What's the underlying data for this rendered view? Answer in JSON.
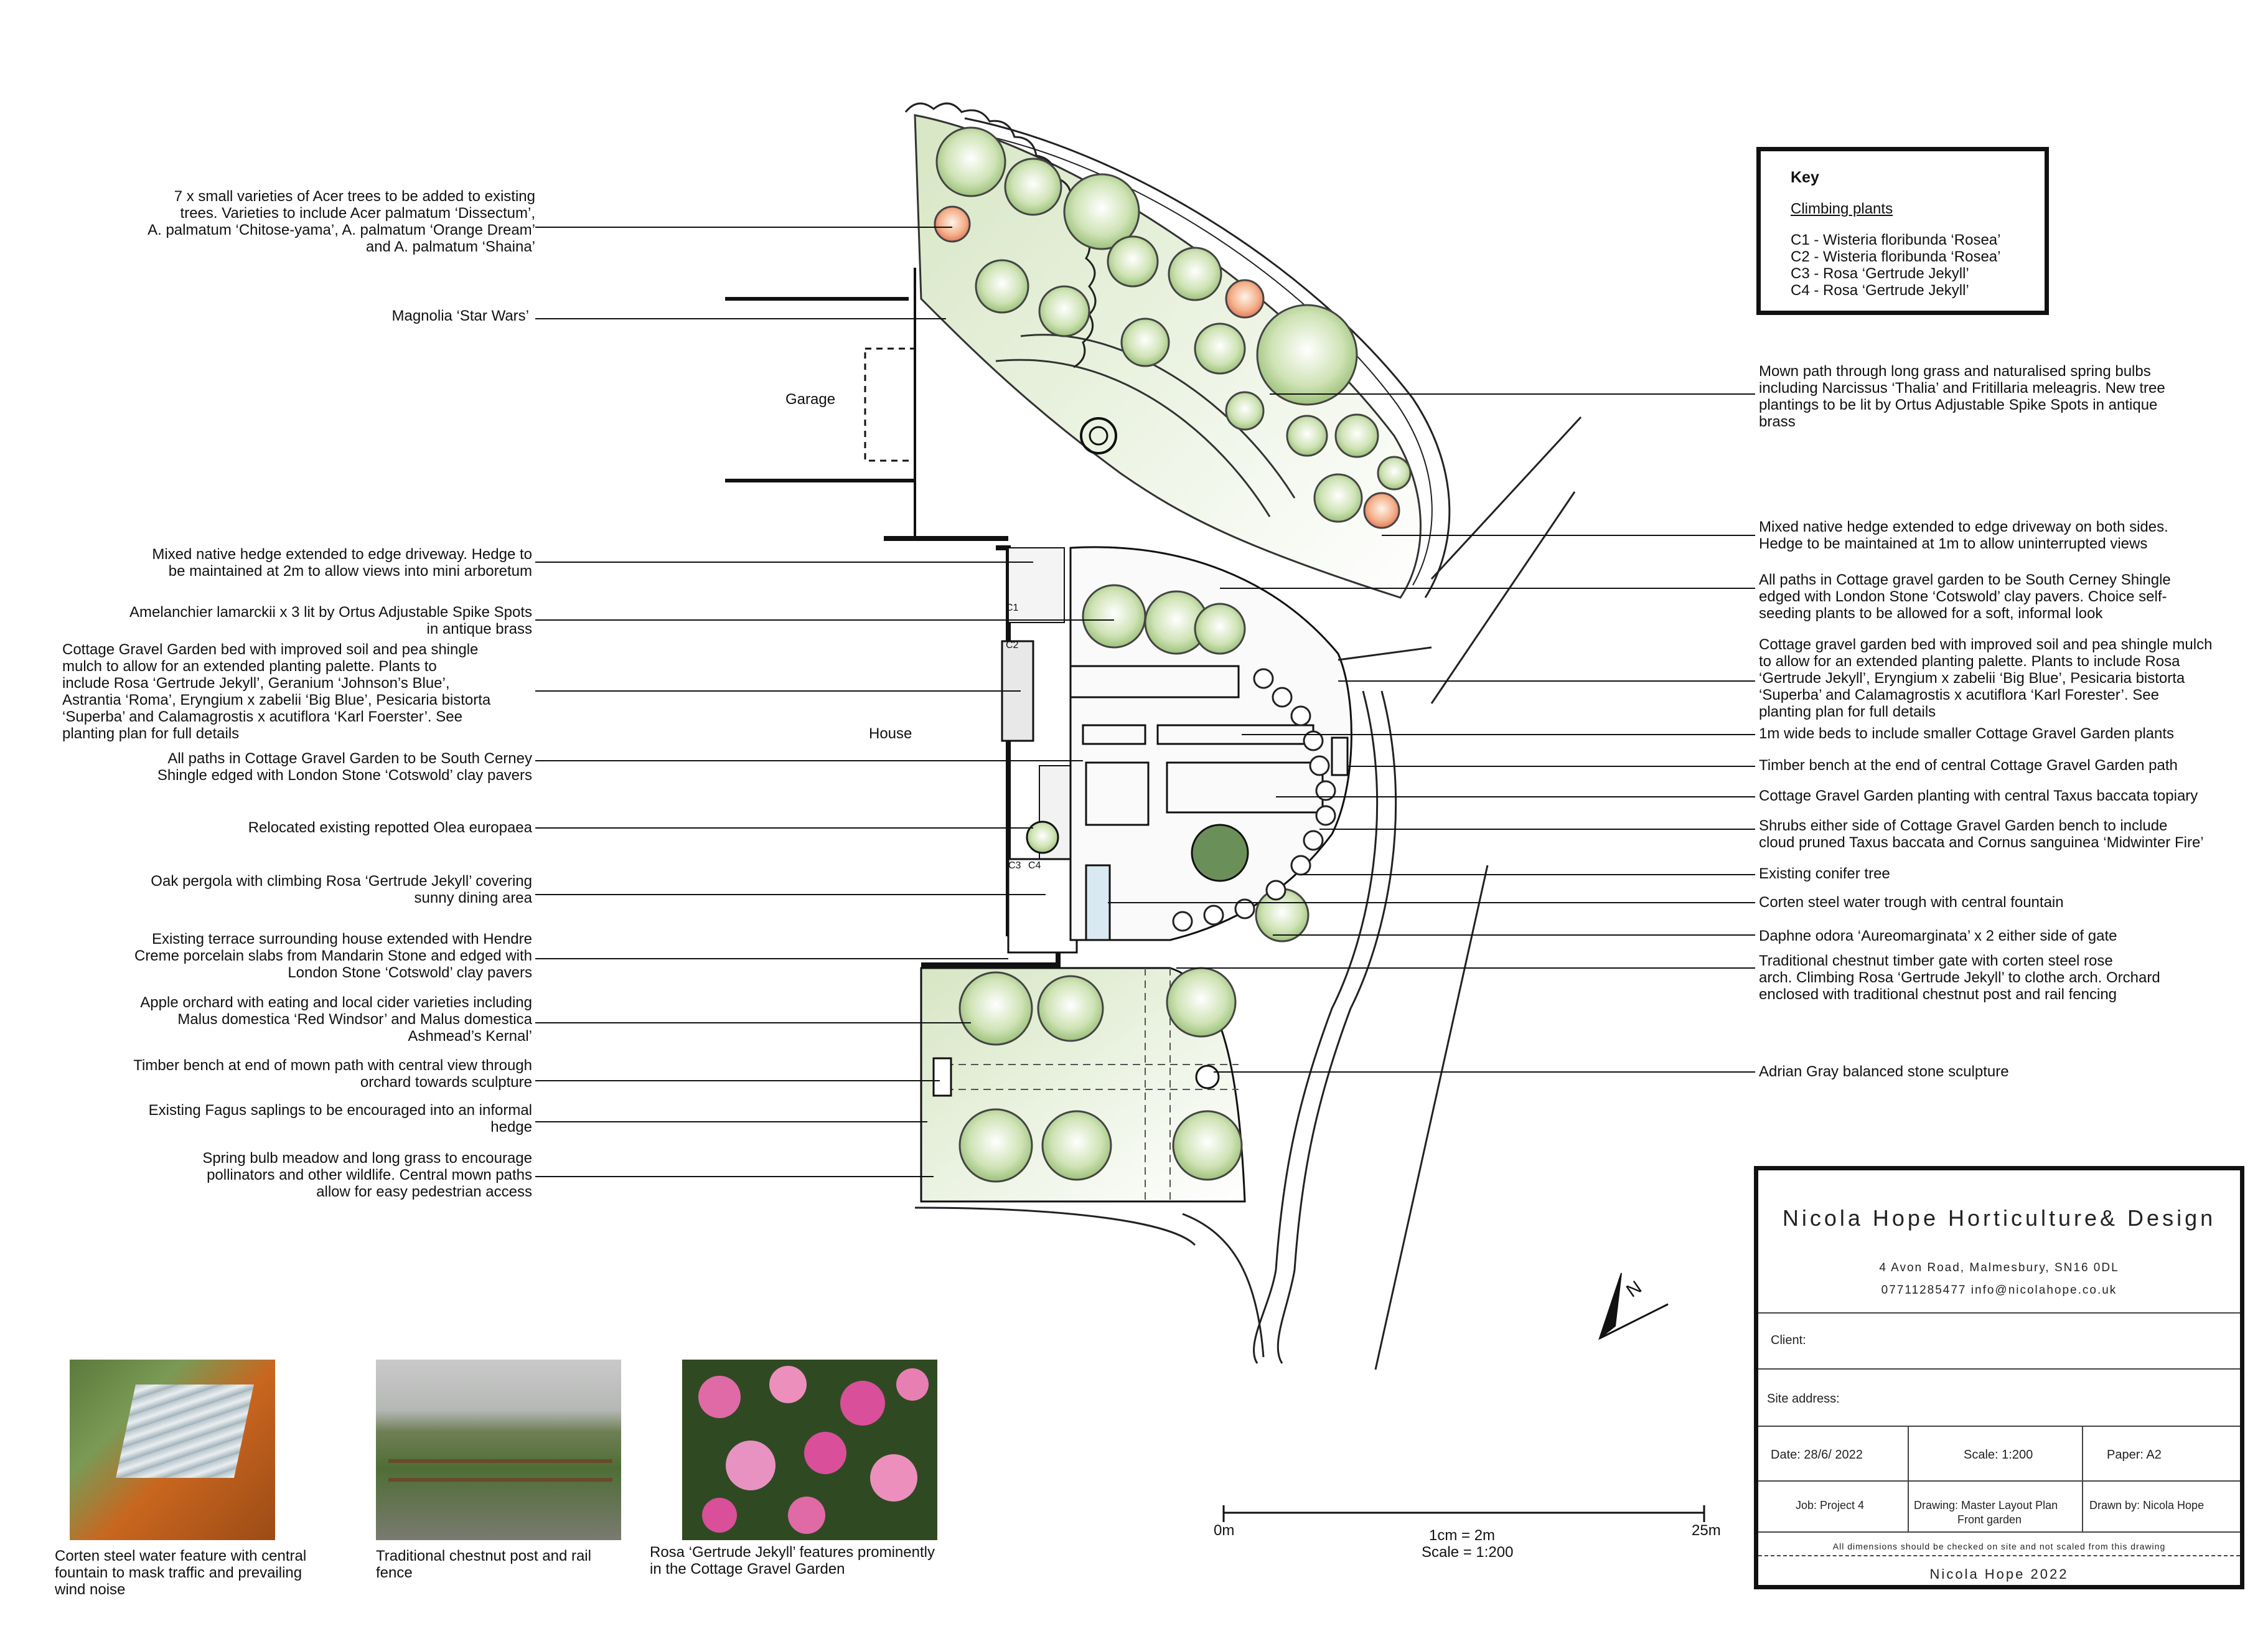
{
  "notes_left": [
    {
      "lines": [
        "7 x small varieties of Acer trees to be added to existing",
        "trees. Varieties to include Acer palmatum ‘Dissectum’,",
        "A. palmatum ‘Chitose-yama’, A. palmatum ‘Orange Dream’",
        "and A. palmatum ‘Shaina’"
      ]
    },
    {
      "lines": [
        "Magnolia ‘Star Wars’"
      ]
    },
    {
      "lines": [
        "Mixed native hedge extended to edge driveway. Hedge to",
        "be maintained at 2m to allow views into mini arboretum"
      ]
    },
    {
      "lines": [
        "Amelanchier lamarckii x 3 lit by Ortus Adjustable Spike Spots",
        "in antique brass"
      ]
    },
    {
      "lines": [
        "Cottage Gravel Garden bed with improved soil and pea shingle",
        "mulch to allow for an extended planting palette. Plants to",
        "include Rosa ‘Gertrude Jekyll’, Geranium ‘Johnson’s Blue’,",
        "Astrantia ‘Roma’, Eryngium x zabelii ‘Big Blue’, Pesicaria bistorta",
        " ‘Superba’ and Calamagrostis x acutiflora ‘Karl Foerster’. See",
        "planting plan for full details"
      ]
    },
    {
      "lines": [
        "All paths in Cottage Gravel Garden to be South Cerney",
        "Shingle edged with London Stone ‘Cotswold’ clay pavers"
      ]
    },
    {
      "lines": [
        "Relocated existing repotted Olea europaea"
      ]
    },
    {
      "lines": [
        "Oak pergola with climbing Rosa ‘Gertrude Jekyll’ covering",
        "sunny dining area"
      ]
    },
    {
      "lines": [
        "Existing terrace surrounding house extended with Hendre",
        "Creme porcelain slabs from Mandarin Stone and edged with",
        "London Stone ‘Cotswold’ clay pavers"
      ]
    },
    {
      "lines": [
        "Apple orchard with eating and local cider varieties including",
        "Malus domestica ‘Red Windsor’ and Malus domestica",
        "Ashmead’s Kernal’"
      ]
    },
    {
      "lines": [
        "Timber bench at end of mown path with central view through",
        "orchard towards sculpture"
      ]
    },
    {
      "lines": [
        "Existing Fagus saplings to be encouraged into an informal",
        "hedge"
      ]
    },
    {
      "lines": [
        "Spring bulb meadow and long grass to encourage",
        "pollinators and other wildlife. Central mown paths",
        "allow for easy pedestrian access"
      ]
    }
  ],
  "notes_right": [
    {
      "lines": [
        "Mown path through long grass and naturalised spring bulbs",
        "including Narcissus ‘Thalia’ and Fritillaria meleagris. New tree",
        "plantings to be lit by Ortus Adjustable Spike Spots in antique",
        "brass"
      ]
    },
    {
      "lines": [
        "Mixed native hedge extended to edge driveway on both sides.",
        "Hedge to be maintained at 1m to allow uninterrupted views"
      ]
    },
    {
      "lines": [
        "All paths in Cottage gravel garden to be South Cerney Shingle",
        "edged with London Stone ‘Cotswold’ clay pavers. Choice self-",
        "seeding plants to be allowed for a soft, informal look"
      ]
    },
    {
      "lines": [
        "Cottage gravel garden bed with improved soil and pea shingle mulch",
        "to allow for an extended planting palette. Plants to include Rosa",
        "‘Gertrude Jekyll’, Eryngium x zabelii ‘Big Blue’, Pesicaria bistorta",
        "‘Superba’ and Calamagrostis x acutiflora ‘Karl Forester’. See",
        "planting plan for full details"
      ]
    },
    {
      "lines": [
        "1m wide beds to include smaller Cottage Gravel Garden plants"
      ]
    },
    {
      "lines": [
        "Timber bench at the end of central Cottage Gravel Garden path"
      ]
    },
    {
      "lines": [
        "Cottage Gravel Garden planting with central Taxus baccata topiary"
      ]
    },
    {
      "lines": [
        "Shrubs either side of Cottage Gravel Garden bench to include",
        "cloud pruned Taxus baccata and Cornus sanguinea ‘Midwinter Fire’"
      ]
    },
    {
      "lines": [
        "Existing conifer tree"
      ]
    },
    {
      "lines": [
        "Corten steel water trough with central fountain"
      ]
    },
    {
      "lines": [
        "Daphne odora ‘Aureomarginata’ x 2 either side of gate"
      ]
    },
    {
      "lines": [
        "Traditional chestnut timber gate with corten steel rose",
        "arch. Climbing Rosa ‘Gertrude Jekyll’ to clothe arch. Orchard",
        "enclosed with traditional chestnut post and rail fencing"
      ]
    },
    {
      "lines": [
        "Adrian Gray balanced stone sculpture"
      ]
    }
  ],
  "plan_labels": {
    "garage": "Garage",
    "house": "House",
    "c1": "C1",
    "c2": "C2",
    "c3": "C3",
    "c4": "C4"
  },
  "key": {
    "title": "Key",
    "subtitle": "Climbing plants",
    "items": [
      "C1 - Wisteria floribunda ‘Rosea’",
      "C2 - Wisteria floribunda ‘Rosea’",
      "C3 - Rosa ‘Gertrude Jekyll’",
      "C4 - Rosa ‘Gertrude Jekyll’"
    ]
  },
  "title_block": {
    "firm": "Nicola Hope Horticulture& Design",
    "address": "4 Avon Road, Malmesbury, SN16 0DL",
    "contact": "07711285477    info@nicolahope.co.uk",
    "client_label": "Client:",
    "site_label": "Site address:",
    "date": "Date: 28/6/ 2022",
    "scale": "Scale: 1:200",
    "paper": "Paper: A2",
    "job": "Job: Project 4",
    "drawing": "Drawing: Master Layout Plan",
    "drawing_sub": "Front garden",
    "drawn_by": "Drawn by: Nicola Hope",
    "disclaimer": "All dimensions should be checked on site and not scaled from this drawing",
    "footer": "Nicola Hope  2022"
  },
  "scale_bar": {
    "start": "0m",
    "end": "25m",
    "ratio": "1cm = 2m",
    "scale": "Scale = 1:200"
  },
  "north_label": "N",
  "captions": [
    {
      "lines": [
        "Corten steel water feature with central",
        "fountain to mask traffic and prevailing",
        "wind noise"
      ]
    },
    {
      "lines": [
        "Traditional chestnut post and rail",
        "fence"
      ]
    },
    {
      "lines": [
        "Rosa ‘Gertrude Jekyll’ features prominently",
        "in the Cottage Gravel Garden"
      ]
    }
  ],
  "colors": {
    "foliage": "#a9c98a",
    "foliage_light": "#dfe9cf",
    "acer": "#e8806a",
    "corten": "#c9661f",
    "rose": "#d94f9a",
    "line": "#111111"
  }
}
